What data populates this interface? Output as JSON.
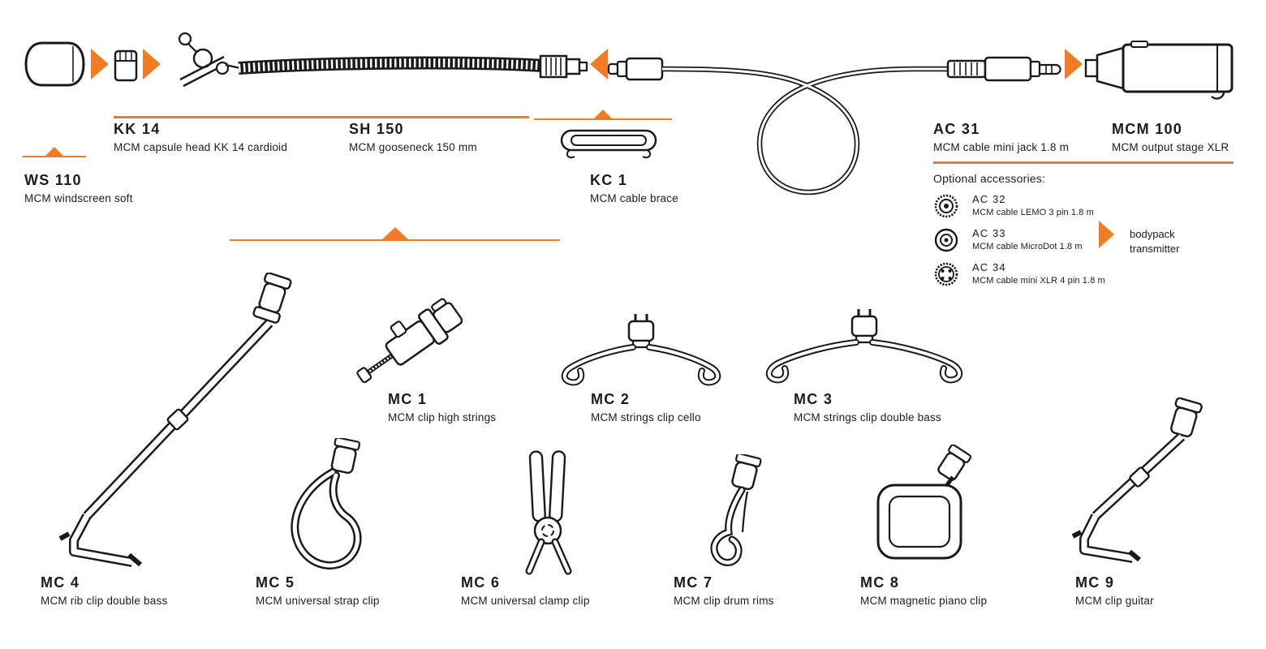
{
  "colors": {
    "accent": "#f07d23",
    "ink": "#1c1c1c"
  },
  "parts": {
    "ws110": {
      "title": "WS 110",
      "desc": "MCM windscreen soft"
    },
    "kk14": {
      "title": "KK 14",
      "desc": "MCM capsule head KK 14 cardioid"
    },
    "sh150": {
      "title": "SH 150",
      "desc": "MCM gooseneck 150 mm"
    },
    "kc1": {
      "title": "KC 1",
      "desc": "MCM cable brace"
    },
    "ac31": {
      "title": "AC 31",
      "desc": "MCM cable mini jack 1.8 m"
    },
    "mcm100": {
      "title": "MCM 100",
      "desc": "MCM output stage XLR"
    }
  },
  "optional": {
    "heading": "Optional accessories:",
    "items": [
      {
        "title": "AC 32",
        "desc": "MCM cable LEMO 3 pin 1.8 m",
        "icon": "lemo-connector-icon"
      },
      {
        "title": "AC 33",
        "desc": "MCM cable MicroDot 1.8 m",
        "icon": "microdot-connector-icon"
      },
      {
        "title": "AC 34",
        "desc": "MCM cable mini XLR 4 pin 1.8 m",
        "icon": "mini-xlr-connector-icon"
      }
    ],
    "arrow_label": "bodypack transmitter"
  },
  "clips": [
    {
      "title": "MC 1",
      "desc": "MCM clip high strings"
    },
    {
      "title": "MC 2",
      "desc": "MCM strings clip cello"
    },
    {
      "title": "MC 3",
      "desc": "MCM strings clip double bass"
    },
    {
      "title": "MC 4",
      "desc": "MCM rib clip double bass"
    },
    {
      "title": "MC 5",
      "desc": "MCM universal strap clip"
    },
    {
      "title": "MC 6",
      "desc": "MCM universal clamp clip"
    },
    {
      "title": "MC 7",
      "desc": "MCM clip drum rims"
    },
    {
      "title": "MC 8",
      "desc": "MCM magnetic piano clip"
    },
    {
      "title": "MC 9",
      "desc": "MCM clip guitar"
    }
  ]
}
